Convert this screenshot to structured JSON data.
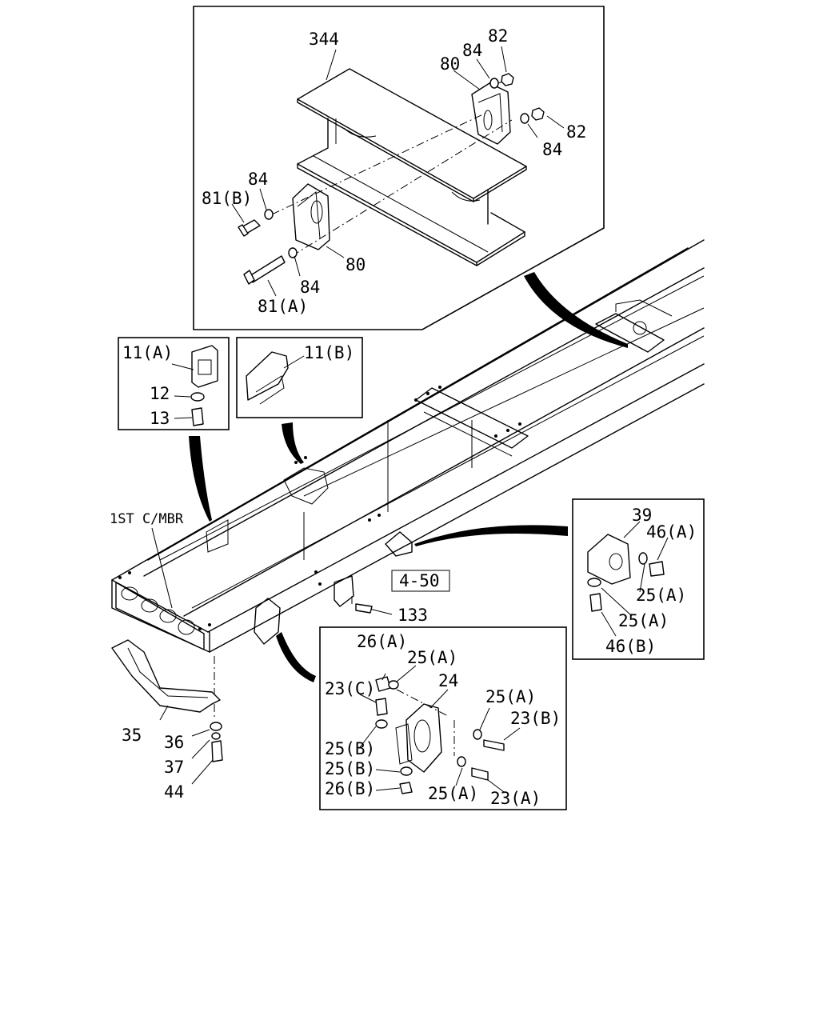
{
  "labels": {
    "p344": "344",
    "p82a": "82",
    "p84a": "84",
    "p80a": "80",
    "p82b": "82",
    "p84b": "84",
    "p84c": "84",
    "p81b": "81(B)",
    "p80b": "80",
    "p84d": "84",
    "p81a": "81(A)",
    "p11a": "11(A)",
    "p12": "12",
    "p13": "13",
    "p11b": "11(B)",
    "cmbr": "1ST C/MBR",
    "p39": "39",
    "p46a": "46(A)",
    "p25a1": "25(A)",
    "p25a2": "25(A)",
    "p46b": "46(B)",
    "ref": "4-50",
    "p133": "133",
    "p26a": "26(A)",
    "p25a3": "25(A)",
    "p24": "24",
    "p23c": "23(C)",
    "p25a4": "25(A)",
    "p23b": "23(B)",
    "p25b1": "25(B)",
    "p25b2": "25(B)",
    "p26b": "26(B)",
    "p25a5": "25(A)",
    "p23a": "23(A)",
    "p35": "35",
    "p36": "36",
    "p37": "37",
    "p44": "44"
  }
}
